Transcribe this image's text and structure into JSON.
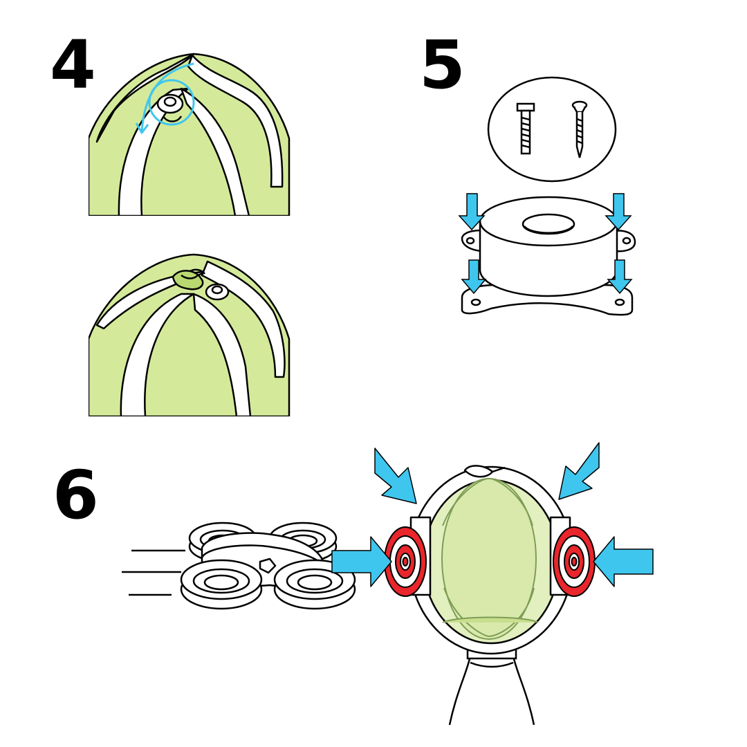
{
  "steps": [
    {
      "number": "4"
    },
    {
      "number": "5"
    },
    {
      "number": "6"
    }
  ],
  "colors": {
    "ball_fill": "#d4ea9a",
    "seam_fill": "#ffffff",
    "line": "#000000",
    "arrow_blue": "#3fc6ee",
    "target_red": "#e8262b",
    "target_white": "#ffffff",
    "capsule_tint": "#e2efbf"
  },
  "icons": [
    "tennis-ball-half-icon",
    "nut-icon",
    "rotate-arrow-icon",
    "knot-icon",
    "bolt-icon",
    "screw-icon",
    "mounting-bracket-icon",
    "drone-icon",
    "target-icon",
    "capsule-icon",
    "push-arrow-icon"
  ]
}
